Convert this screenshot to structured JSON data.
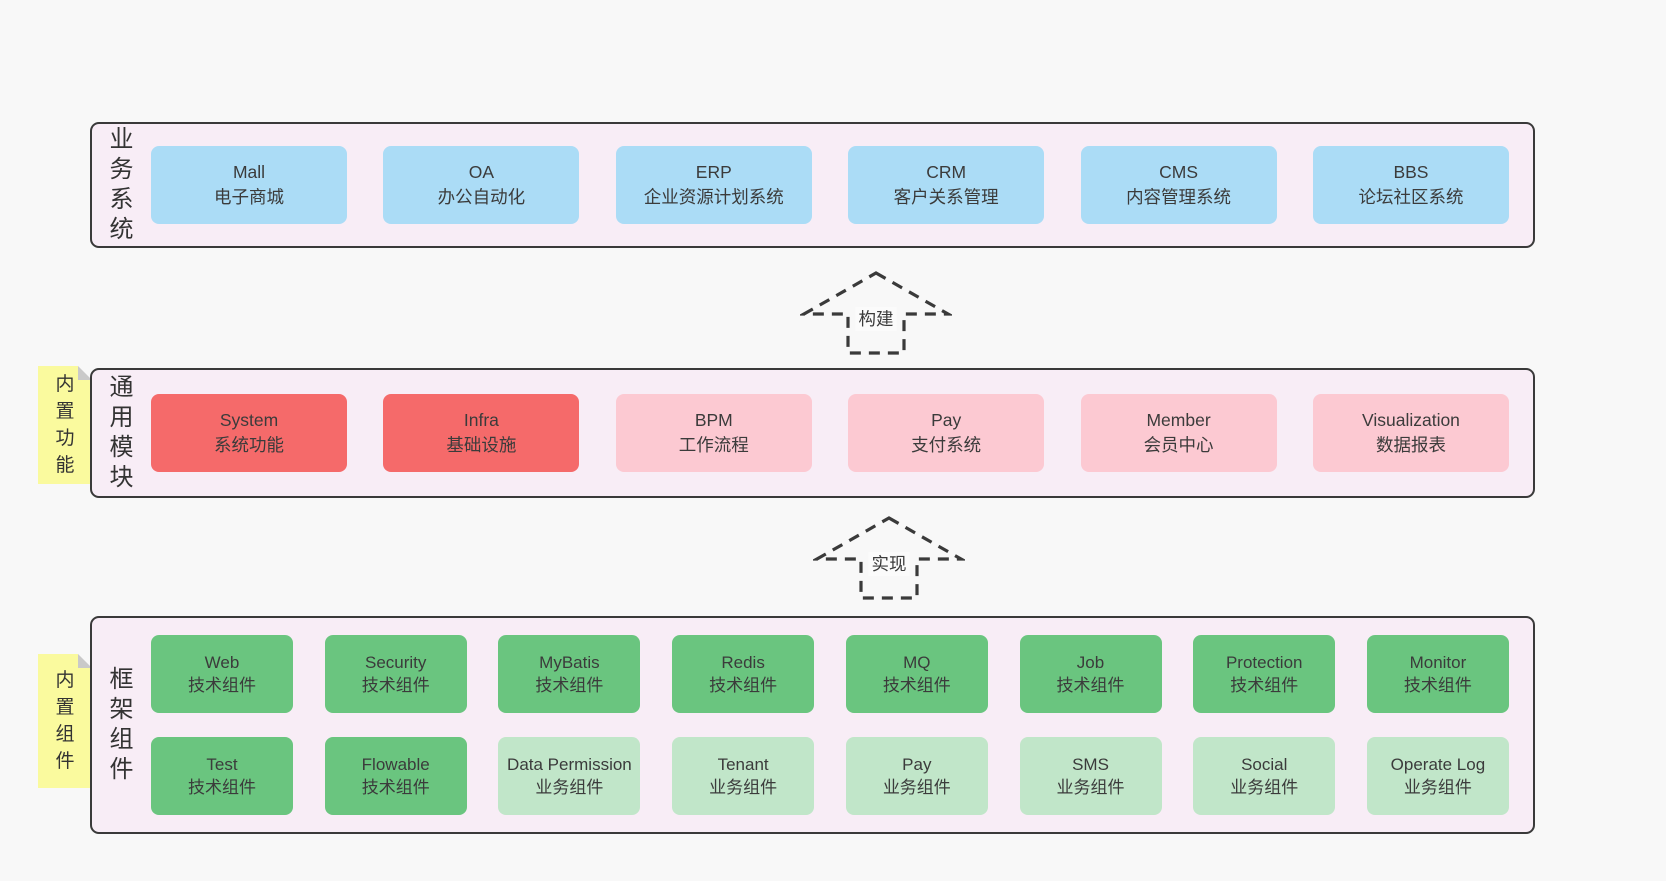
{
  "palette": {
    "page_bg": "#f8f8f8",
    "band_bg": "#f8edf6",
    "band_border": "#3a3a3a",
    "blue": "#abdcf6",
    "red": "#f56a6a",
    "pink": "#fcc9d2",
    "green": "#6ac57f",
    "light_green": "#c1e6c9",
    "sticky_yellow": "#fafa9e",
    "text": "#3d3d3d"
  },
  "arrows": {
    "build": {
      "label": "构建"
    },
    "implement": {
      "label": "实现"
    }
  },
  "stickies": {
    "builtin_features": {
      "label": "内置功能"
    },
    "builtin_components": {
      "label": "内置组件"
    }
  },
  "bands": {
    "business": {
      "label": "业务系统",
      "items": [
        {
          "name": "Mall",
          "desc": "电子商城"
        },
        {
          "name": "OA",
          "desc": "办公自动化"
        },
        {
          "name": "ERP",
          "desc": "企业资源计划系统"
        },
        {
          "name": "CRM",
          "desc": "客户关系管理"
        },
        {
          "name": "CMS",
          "desc": "内容管理系统"
        },
        {
          "name": "BBS",
          "desc": "论坛社区系统"
        }
      ]
    },
    "modules": {
      "label": "通用模块",
      "items": [
        {
          "name": "System",
          "desc": "系统功能",
          "variant": "red"
        },
        {
          "name": "Infra",
          "desc": "基础设施",
          "variant": "red"
        },
        {
          "name": "BPM",
          "desc": "工作流程",
          "variant": "pink"
        },
        {
          "name": "Pay",
          "desc": "支付系统",
          "variant": "pink"
        },
        {
          "name": "Member",
          "desc": "会员中心",
          "variant": "pink"
        },
        {
          "name": "Visualization",
          "desc": "数据报表",
          "variant": "pink"
        }
      ]
    },
    "framework": {
      "label": "框架组件",
      "rows": [
        [
          {
            "name": "Web",
            "desc": "技术组件",
            "variant": "green"
          },
          {
            "name": "Security",
            "desc": "技术组件",
            "variant": "green"
          },
          {
            "name": "MyBatis",
            "desc": "技术组件",
            "variant": "green"
          },
          {
            "name": "Redis",
            "desc": "技术组件",
            "variant": "green"
          },
          {
            "name": "MQ",
            "desc": "技术组件",
            "variant": "green"
          },
          {
            "name": "Job",
            "desc": "技术组件",
            "variant": "green"
          },
          {
            "name": "Protection",
            "desc": "技术组件",
            "variant": "green"
          },
          {
            "name": "Monitor",
            "desc": "技术组件",
            "variant": "green"
          }
        ],
        [
          {
            "name": "Test",
            "desc": "技术组件",
            "variant": "green"
          },
          {
            "name": "Flowable",
            "desc": "技术组件",
            "variant": "green"
          },
          {
            "name": "Data Permission",
            "desc": "业务组件",
            "variant": "light-green"
          },
          {
            "name": "Tenant",
            "desc": "业务组件",
            "variant": "light-green"
          },
          {
            "name": "Pay",
            "desc": "业务组件",
            "variant": "light-green"
          },
          {
            "name": "SMS",
            "desc": "业务组件",
            "variant": "light-green"
          },
          {
            "name": "Social",
            "desc": "业务组件",
            "variant": "light-green"
          },
          {
            "name": "Operate Log",
            "desc": "业务组件",
            "variant": "light-green"
          }
        ]
      ]
    }
  }
}
